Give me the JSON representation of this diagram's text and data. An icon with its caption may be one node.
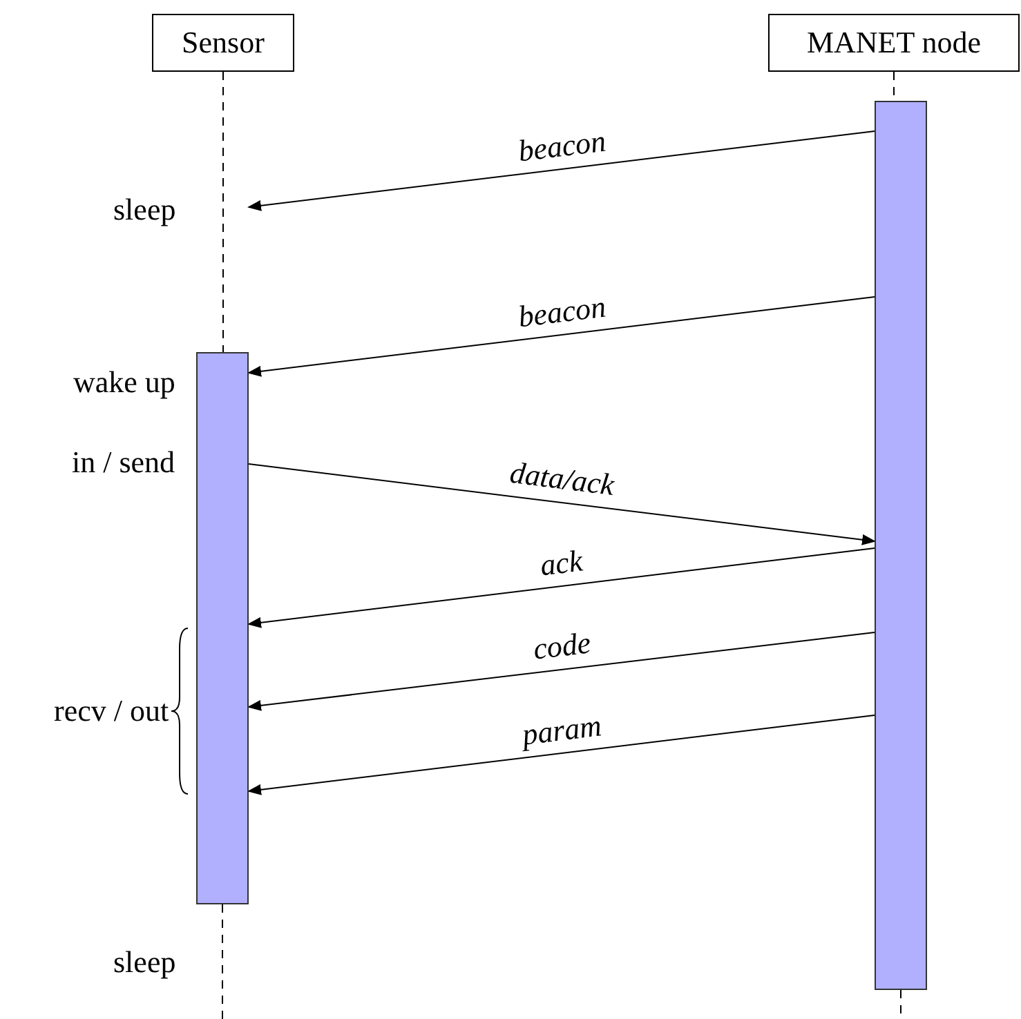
{
  "diagram": {
    "nodes": [
      {
        "text": [
          "Sensor"
        ]
      },
      {
        "text": [
          "MANET node"
        ]
      },
      {
        "text": [],
        "shape": "bar"
      },
      {
        "text": [],
        "shape": "bar"
      }
    ],
    "edges": [
      {
        "from": 3,
        "to": null,
        "arrow": "to",
        "label": "beacon"
      },
      {
        "from": 3,
        "to": 2,
        "arrow": "to",
        "label": "beacon"
      },
      {
        "from": 2,
        "to": 3,
        "arrow": "to",
        "label": "data/ack"
      },
      {
        "from": 3,
        "to": 2,
        "arrow": "to",
        "label": "ack"
      },
      {
        "from": 3,
        "to": 2,
        "arrow": "to",
        "label": "code"
      },
      {
        "from": 3,
        "to": 2,
        "arrow": "to",
        "label": "param"
      },
      {
        "from": 0,
        "to": 2,
        "arrow": "none",
        "style": "dashed"
      },
      {
        "from": 1,
        "to": 3,
        "arrow": "none",
        "style": "dashed"
      },
      {
        "from": 2,
        "to": null,
        "arrow": "none",
        "style": "dashed"
      },
      {
        "from": 3,
        "to": null,
        "arrow": "none",
        "style": "dashed"
      }
    ],
    "labels": [
      "sleep",
      "wake up",
      "in / send",
      "recv / out",
      "sleep"
    ]
  }
}
